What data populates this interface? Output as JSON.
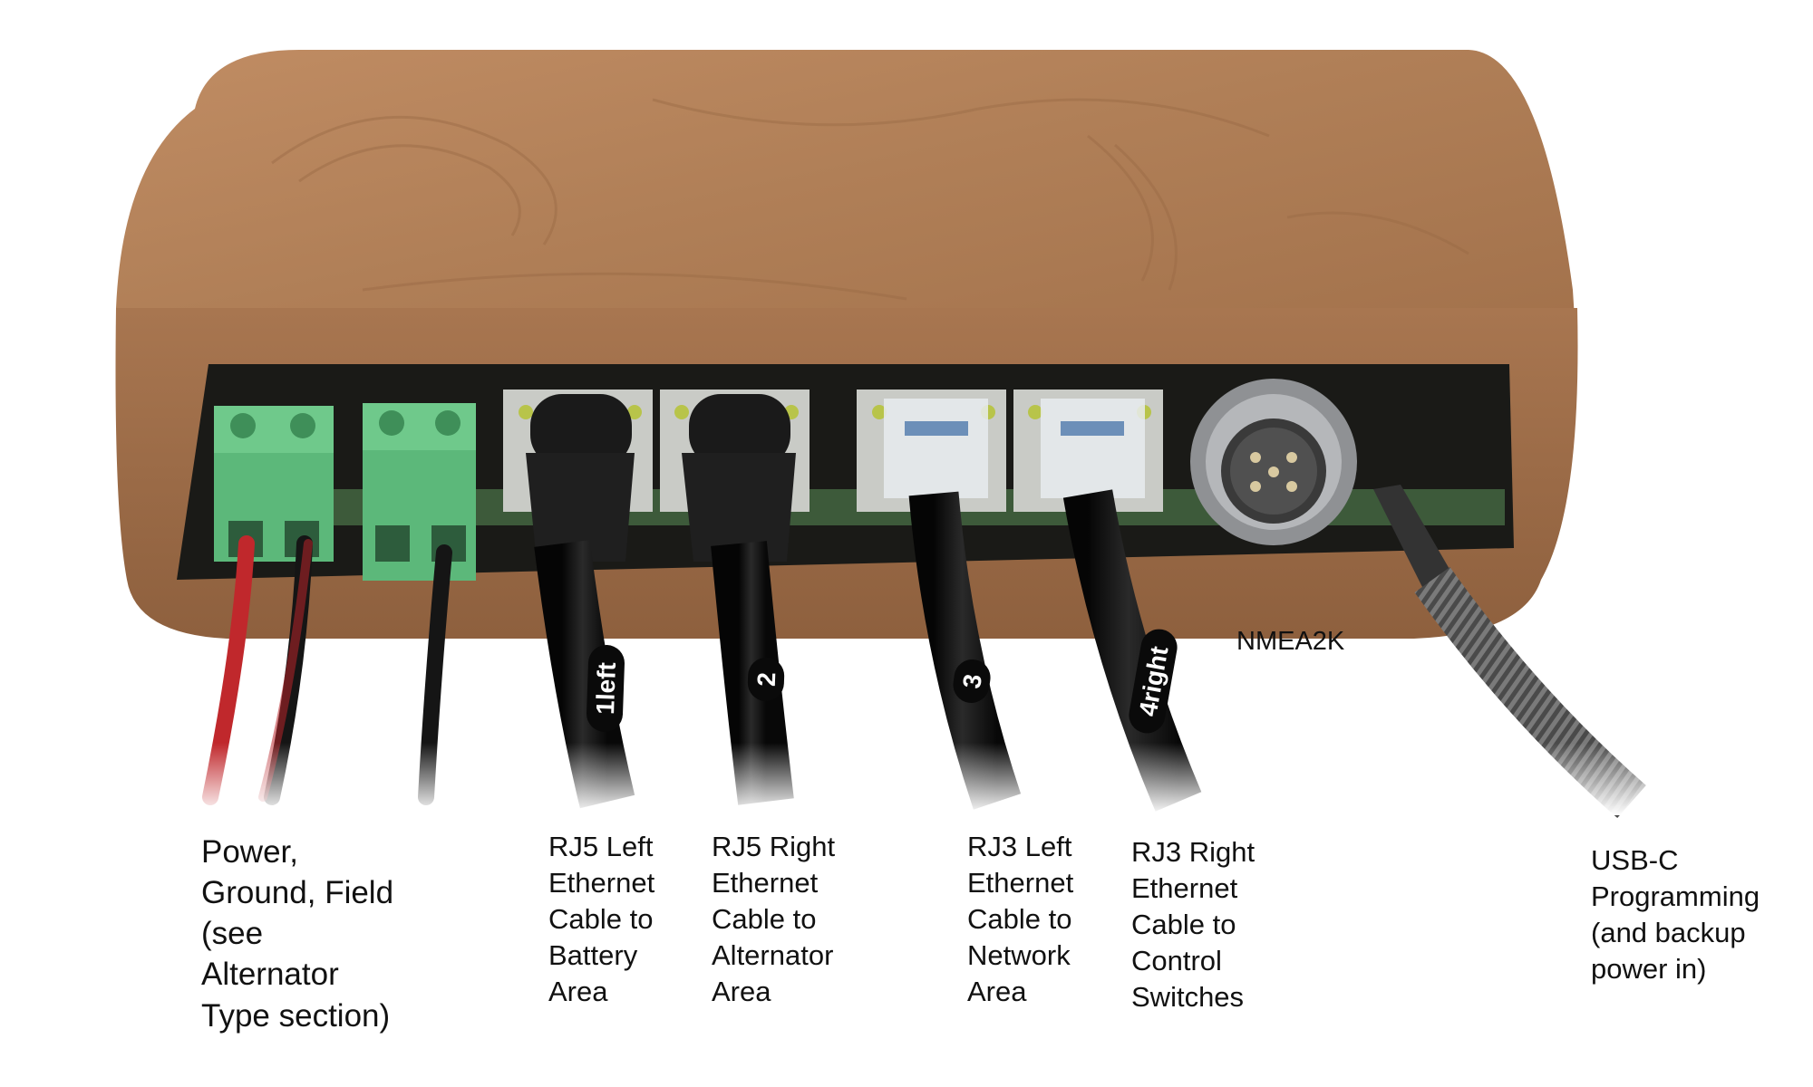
{
  "cable_tags": [
    "1left",
    "2",
    "3",
    "4right"
  ],
  "port_label": "NMEA2K",
  "captions": [
    {
      "id": "power",
      "lines": [
        "Power,",
        "Ground, Field",
        "(see",
        "Alternator",
        "Type section)"
      ]
    },
    {
      "id": "rj5-left",
      "lines": [
        "RJ5 Left",
        "Ethernet",
        "Cable to",
        "Battery",
        "Area"
      ]
    },
    {
      "id": "rj5-right",
      "lines": [
        "RJ5 Right",
        "Ethernet",
        "Cable to",
        "Alternator",
        "Area"
      ]
    },
    {
      "id": "rj3-left",
      "lines": [
        "RJ3 Left",
        "Ethernet",
        "Cable to",
        "Network",
        "Area"
      ]
    },
    {
      "id": "rj3-right",
      "lines": [
        "RJ3 Right",
        "Ethernet",
        "Cable to",
        "Control",
        "Switches"
      ]
    },
    {
      "id": "usb-c",
      "lines": [
        "USB-C",
        "Programming",
        "(and backup",
        "power in)"
      ]
    }
  ],
  "colors": {
    "wood": "#b07f57",
    "wood_dark": "#8a5c3a",
    "terminal_green": "#5cb87a",
    "wire_red": "#c0282c",
    "cable_black": "#151515"
  }
}
